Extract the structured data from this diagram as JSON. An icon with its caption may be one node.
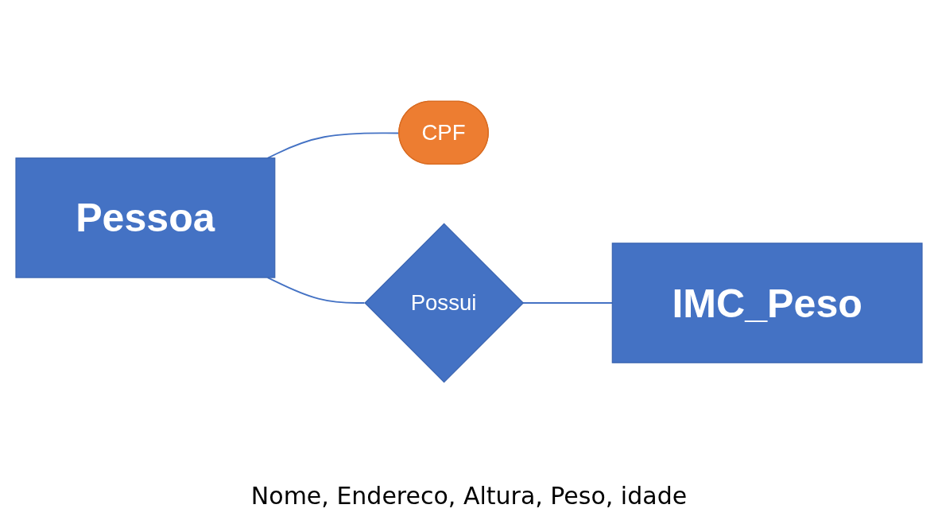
{
  "diagram": {
    "nodes": [
      {
        "text": [
          "Pessoa"
        ]
      },
      {
        "text": [
          "CPF"
        ]
      },
      {
        "text": [
          "Possui"
        ]
      },
      {
        "text": [
          "IMC_Peso"
        ]
      }
    ],
    "edges": [
      {
        "from": 0,
        "to": 1,
        "arrow": "none"
      },
      {
        "from": 0,
        "to": 2,
        "arrow": "none"
      },
      {
        "from": 2,
        "to": 3,
        "arrow": "none"
      }
    ],
    "labels": [
      "Nome, Endereco, Altura, Peso, idade"
    ]
  }
}
